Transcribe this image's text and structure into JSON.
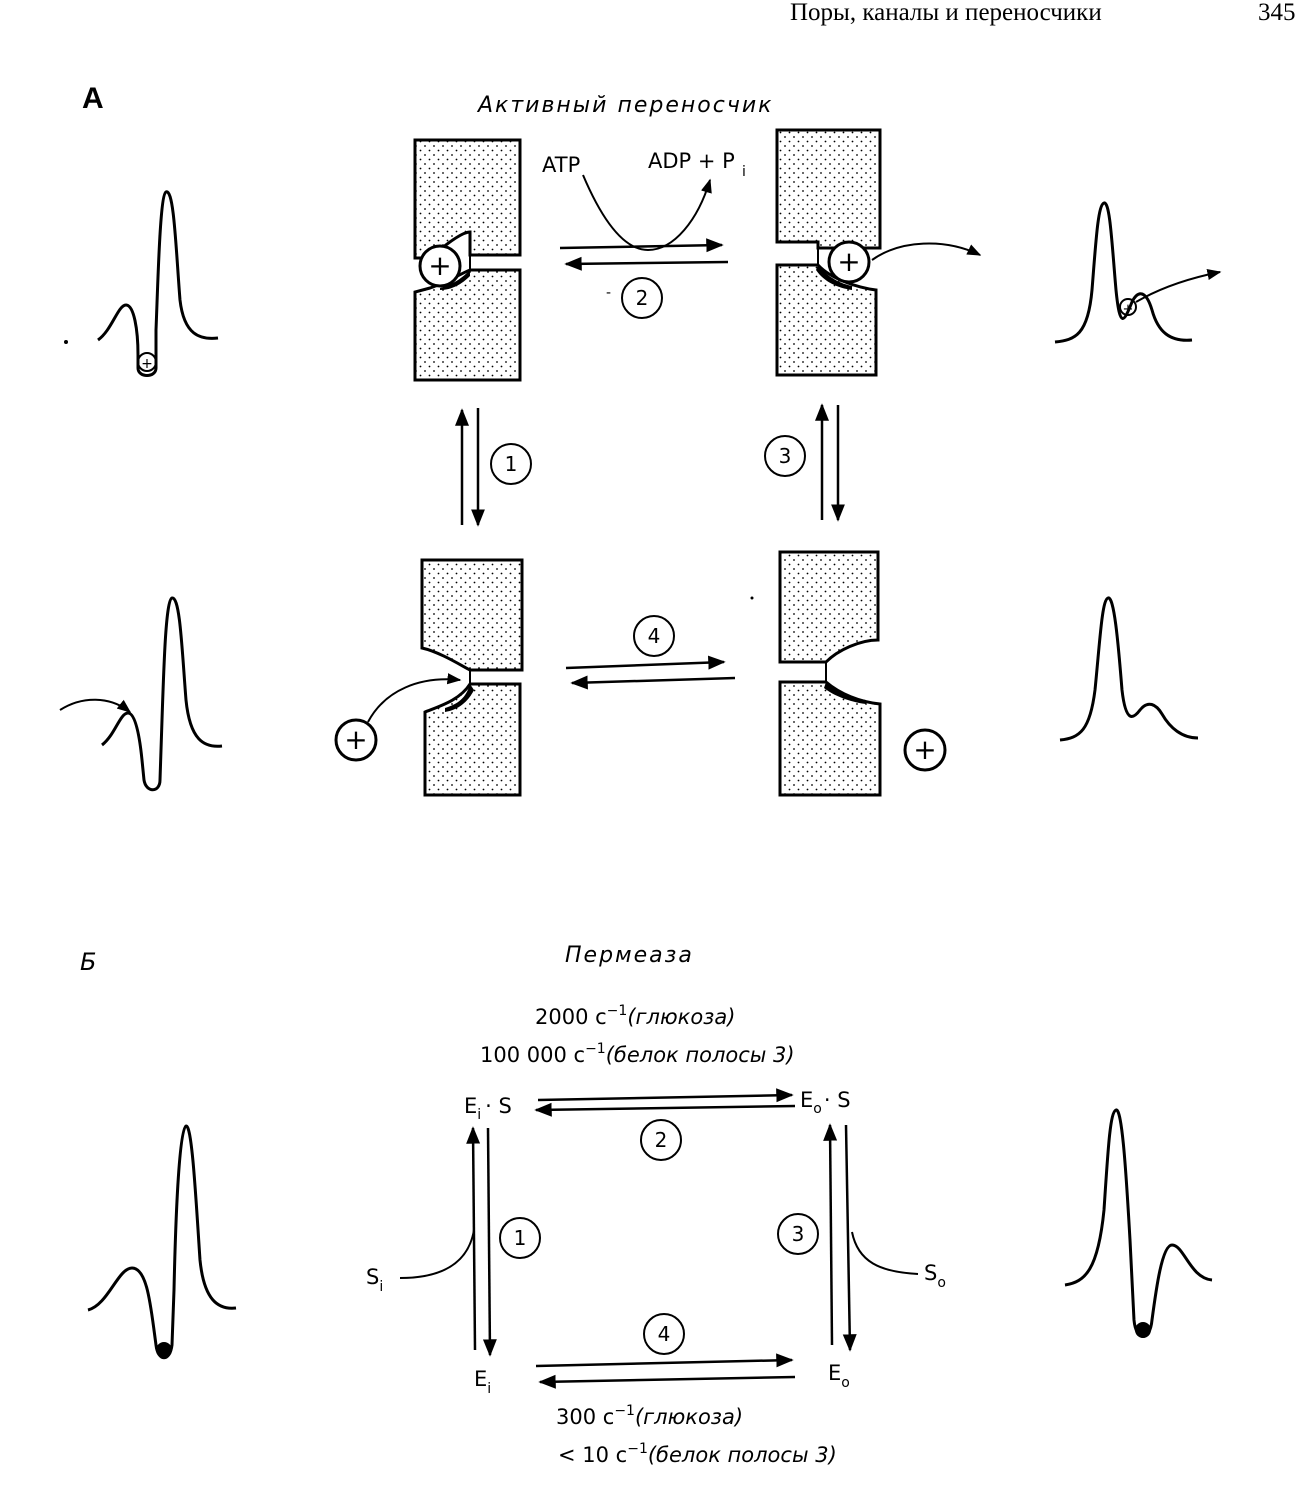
{
  "header": {
    "title": "Поры, каналы и переносчики",
    "page_number": "345"
  },
  "panel_a": {
    "label": "А",
    "title": "Активный переносчик",
    "atp": "ATP",
    "adp_pi": "ADP + P",
    "pi_sub": "i",
    "ion_symbol": "+",
    "steps": {
      "s1": "1",
      "s2": "2",
      "s3": "3",
      "s4": "4"
    }
  },
  "panel_b": {
    "label": "Б",
    "title": "Пермеаза",
    "ei_s": {
      "e": "E",
      "sub": "i",
      "rest": "· S"
    },
    "eo_s": {
      "e": "E",
      "sub": "o",
      "rest": "· S"
    },
    "ei": {
      "e": "E",
      "sub": "i"
    },
    "eo": {
      "e": "E",
      "sub": "o"
    },
    "si": {
      "s": "S",
      "sub": "i"
    },
    "so": {
      "s": "S",
      "sub": "o"
    },
    "steps": {
      "s1": "1",
      "s2": "2",
      "s3": "3",
      "s4": "4"
    },
    "rates_top": [
      {
        "value": "2000 c",
        "exp": "−1",
        "desc": "(глюкоза)"
      },
      {
        "value": "100 000 c",
        "exp": "−1",
        "desc": "(белок полосы 3)"
      }
    ],
    "rates_bottom": [
      {
        "value": "300 c",
        "exp": "−1",
        "desc": "(глюкоза)"
      },
      {
        "value": "< 10 c",
        "exp": "−1",
        "desc": "(белок полосы 3)"
      }
    ]
  }
}
